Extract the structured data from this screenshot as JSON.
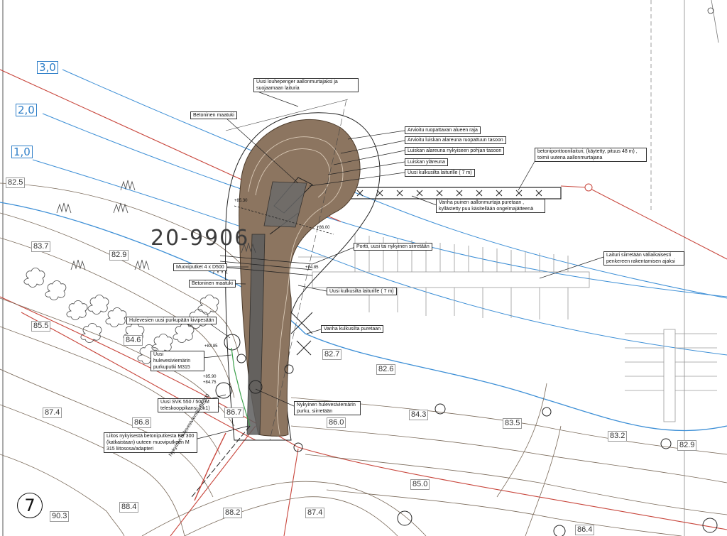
{
  "sheet_number": "7",
  "plot_id": "20-9906",
  "contour_labels": [
    "3,0",
    "2,0",
    "1,0"
  ],
  "elevations": [
    "82.5",
    "83.7",
    "82.9",
    "85.5",
    "84.6",
    "87.4",
    "86.8",
    "86.7",
    "86.0",
    "84.3",
    "83.5",
    "83.2",
    "82.9",
    "82.7",
    "82.6",
    "85.0",
    "88.4",
    "88.2",
    "87.4",
    "90.3",
    "86.4"
  ],
  "callouts": {
    "breakwater_title": "Uusi louhepenger aallonmurtajaksi ja suojaamaan laituria",
    "concrete_abutment_top": "Betoninen maatuki",
    "dredge_limit": "Arvioitu ruopattavan alueen raja",
    "slope_toe_dredge": "Arvioitu luiskan alareuna ruopattuun tasoon",
    "slope_toe_bottom": "Luiskan alareuna nykyiseen pohjan tasoon",
    "slope_crest": "Luiskan yläreuna",
    "walkway_top": "Uusi kulkusilta laiturille ( 7 m)",
    "pontoon_pier": "betoniponttoonilaituri, (käytetty, pituus 48 m) , toimii uutena aallonmurtajana",
    "old_breakwater": "Vanha puinen aallonmurtaja puretaan , kyllästetty puu käsitellään ongelmajätteenä",
    "gate": "Portti, uusi tai nykyinen siirretään",
    "pier_moved": "Laituri siirretään väliaikaisesti penkereen rakentamisen ajaksi",
    "plastic_pipes": "Muoviputket 4 x D500",
    "concrete_abutment_low": "Betoninen maatuki",
    "walkway_low": "Uusi kulkusilta laiturille ( 7 m)",
    "old_walkway": "Vanha kulkusilta puretaan",
    "storm_well": "Hulevesien uusi purkupään kivipesään",
    "storm_outlet": "Uusi hulevesiviemärin purkuputki M315",
    "valve": "Uusi SVK 550 / 500 M teleskooppikansi (ok1)",
    "connection": "Liitos nykyisestä betoniputkesta BE 300 (katkaistaan) uuteen muoviputkeen M 315 liitososa/adapteri",
    "existing_storm": "Nykyinen hulevesiviemärin purku, siirretään",
    "storm_sewer_path": "Nykyinen hulevesiviemäri BE300",
    "h1": "+85.30",
    "h2": "+86.00",
    "h3": "+84.85",
    "h4": "+83.85",
    "h5": "+85.90",
    "h6": "+84.75"
  },
  "colors": {
    "embankment": "#8c7560",
    "water_line": "#3d8fd6",
    "property_line": "#c8463c",
    "contour": "#7a6a5a"
  }
}
